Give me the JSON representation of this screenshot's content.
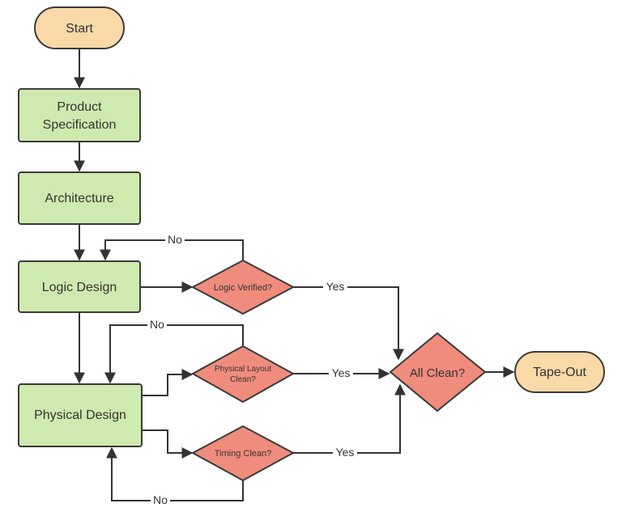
{
  "colors": {
    "terminal_fill": "#f9d9a8",
    "process_fill": "#cfeaae",
    "decision_fill": "#f08c7c",
    "stroke": "#3a3a3a",
    "line": "#333333"
  },
  "nodes": {
    "start": "Start",
    "product_spec_line1": "Product",
    "product_spec_line2": "Specification",
    "architecture": "Architecture",
    "logic_design": "Logic Design",
    "physical_design": "Physical Design",
    "logic_verified": "Logic Verified?",
    "layout_clean_line1": "Physical Layout",
    "layout_clean_line2": "Clean?",
    "timing_clean": "Timing Clean?",
    "all_clean": "All Clean?",
    "tape_out": "Tape-Out"
  },
  "edge_labels": {
    "logic_no": "No",
    "logic_yes": "Yes",
    "layout_no": "No",
    "layout_yes": "Yes",
    "timing_yes": "Yes",
    "timing_no": "No"
  }
}
